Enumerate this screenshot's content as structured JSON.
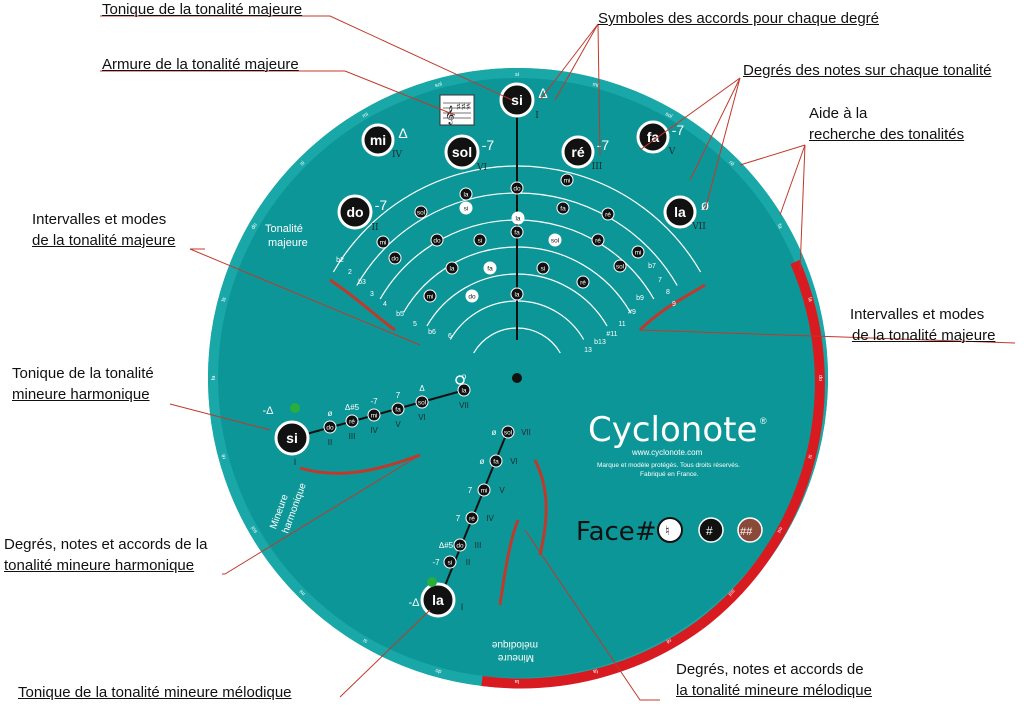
{
  "colors": {
    "disc": "#0f9b9b",
    "disc_dark": "#0b8385",
    "disc_rim": "#19a7a7",
    "red": "#d81b21",
    "leader": "#c0392b",
    "white": "#ffffff",
    "black": "#111111",
    "green": "#27ae3c",
    "brown": "#8a4a3a"
  },
  "callouts": {
    "tonique_majeure": "Tonique de la tonalité majeure",
    "armure_majeure": "Armure de la tonalité majeure",
    "symboles_accords": "Symboles des accords pour chaque degré",
    "degres_notes": "Degrés des notes sur chaque tonalité",
    "aide_line1": "Aide à la",
    "aide_line2": "recherche des tonalités",
    "intervalles_left_line1": "Intervalles et modes",
    "intervalles_left_line2": "de la tonalité majeure",
    "intervalles_right_line1": "Intervalles et modes",
    "intervalles_right_line2": "de la tonalité majeure",
    "tonique_harm_line1": "Tonique de la tonalité",
    "tonique_harm_line2": "mineure harmonique",
    "degres_harm_line1": "Degrés, notes et accords de la",
    "degres_harm_line2": "tonalité mineure harmonique",
    "degres_mel_line1": "Degrés, notes et accords de",
    "degres_mel_line2": "la tonalité mineure mélodique",
    "tonique_mel": "Tonique de la tonalité mineure mélodique"
  },
  "disc": {
    "brand": "Cyclonote",
    "registered": "®",
    "url": "www.cyclonote.com",
    "legal_line1": "Marque et modèle protégés. Tous droits réservés.",
    "legal_line2": "Fabriqué en France.",
    "face_label": "Face#",
    "face_options": [
      "♮",
      "#",
      "##"
    ],
    "label_majeure_line1": "Tonalité",
    "label_majeure_line2": "majeure",
    "label_harmonique_line1": "Mineure",
    "label_harmonique_line2": "harmonique",
    "label_melodique_line1": "Mineure",
    "label_melodique_line2": "mélodique"
  },
  "major_degrees": [
    {
      "note": "si",
      "chord": "Δ",
      "roman": "I"
    },
    {
      "note": "mi",
      "chord": "Δ",
      "roman": "IV"
    },
    {
      "note": "sol",
      "chord": "-7",
      "roman": "VI"
    },
    {
      "note": "ré",
      "chord": "-7",
      "roman": "III"
    },
    {
      "note": "fa",
      "chord": "-7",
      "roman": "V"
    },
    {
      "note": "do",
      "chord": "-7",
      "roman": "II"
    },
    {
      "note": "la",
      "chord": "ø",
      "roman": "VII"
    }
  ],
  "interval_labels": [
    "b2",
    "2",
    "b3",
    "3",
    "4",
    "b5",
    "5",
    "b6",
    "6",
    "b7",
    "7",
    "8",
    "9",
    "b9",
    "#9",
    "11",
    "#11",
    "b13",
    "13"
  ],
  "arc_notes": [
    "do",
    "la",
    "si",
    "fa",
    "ré",
    "mi",
    "sol",
    "la",
    "fa",
    "mi",
    "do",
    "si",
    "sol",
    "ré",
    "mi",
    "do",
    "la",
    "fa",
    "si",
    "ré",
    "sol",
    "mi",
    "do",
    "la"
  ],
  "harmonic": {
    "tonic": "si",
    "tonic_chord": "-Δ",
    "tonic_roman": "I",
    "steps": [
      {
        "note": "do",
        "chord": "ø",
        "roman": "II"
      },
      {
        "note": "ré",
        "chord": "Δ#5",
        "roman": "III"
      },
      {
        "note": "mi",
        "chord": "-7",
        "roman": "IV"
      },
      {
        "note": "fa",
        "chord": "7",
        "roman": "V"
      },
      {
        "note": "sol",
        "chord": "Δ",
        "roman": "VI"
      },
      {
        "note": "la",
        "chord": "o",
        "roman": "VII"
      }
    ]
  },
  "melodic": {
    "tonic": "la",
    "tonic_chord": "-Δ",
    "tonic_roman": "I",
    "steps": [
      {
        "note": "si",
        "chord": "-7",
        "roman": "II"
      },
      {
        "note": "do",
        "chord": "Δ#5",
        "roman": "III"
      },
      {
        "note": "ré",
        "chord": "7",
        "roman": "IV"
      },
      {
        "note": "mi",
        "chord": "7",
        "roman": "V"
      },
      {
        "note": "fa",
        "chord": "ø",
        "roman": "VI"
      },
      {
        "note": "sol",
        "chord": "ø",
        "roman": "VII"
      }
    ]
  },
  "rim_labels": [
    "si",
    "mi",
    "sol",
    "ré",
    "fa",
    "la",
    "do",
    "si",
    "mi",
    "sol",
    "ré",
    "fa",
    "la",
    "do",
    "si",
    "mi",
    "sol",
    "ré",
    "fa",
    "la",
    "do",
    "si",
    "mi",
    "sol"
  ]
}
